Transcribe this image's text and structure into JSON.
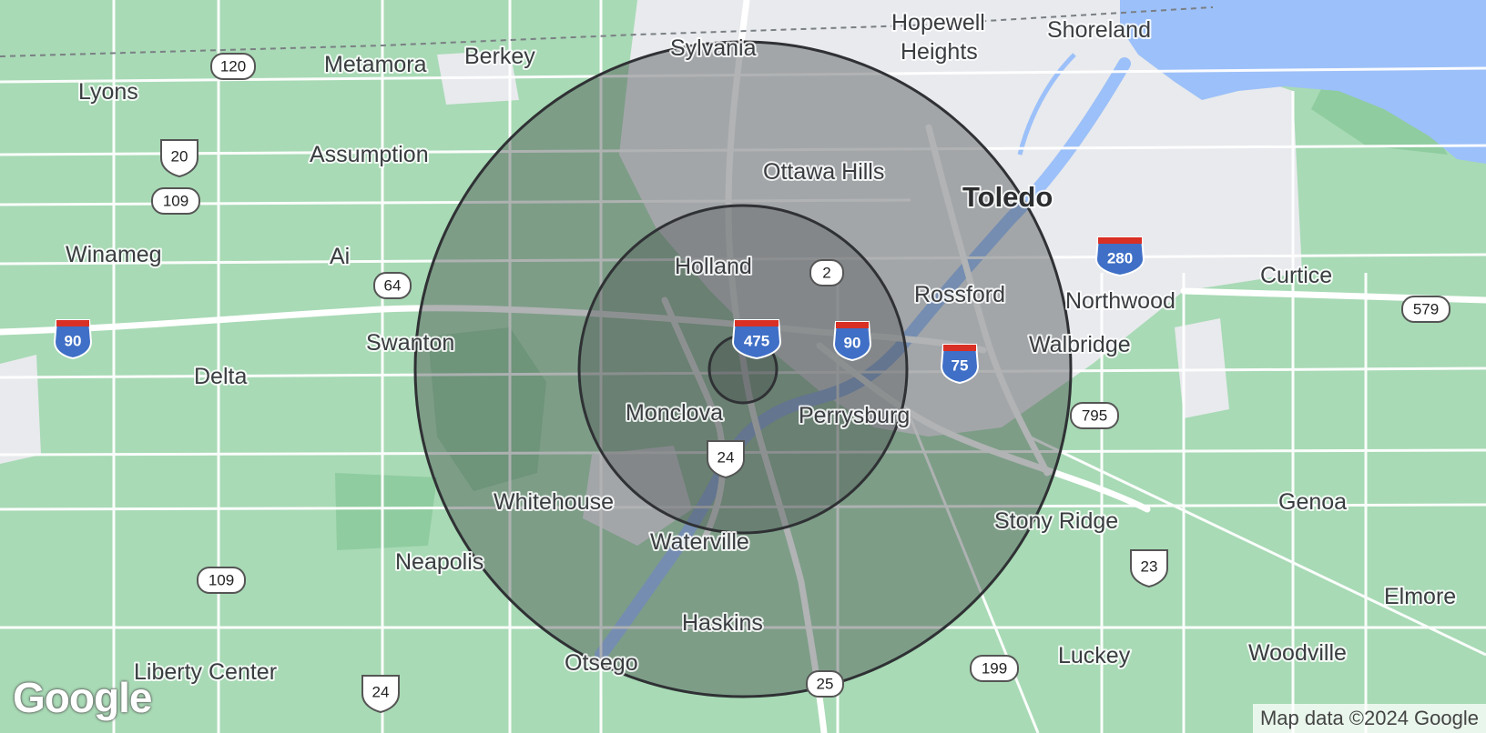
{
  "map": {
    "places": [
      {
        "id": "hopewell-heights-1",
        "label": "Hopewell"
      },
      {
        "id": "hopewell-heights-2",
        "label": "Heights"
      },
      {
        "id": "shoreland",
        "label": "Shoreland"
      },
      {
        "id": "sylvania",
        "label": "Sylvania"
      },
      {
        "id": "metamora",
        "label": "Metamora"
      },
      {
        "id": "berkey",
        "label": "Berkey"
      },
      {
        "id": "lyons",
        "label": "Lyons"
      },
      {
        "id": "assumption",
        "label": "Assumption"
      },
      {
        "id": "ottawa-hills",
        "label": "Ottawa Hills"
      },
      {
        "id": "toledo",
        "label": "Toledo"
      },
      {
        "id": "winameg",
        "label": "Winameg"
      },
      {
        "id": "ai",
        "label": "Ai"
      },
      {
        "id": "holland",
        "label": "Holland"
      },
      {
        "id": "rossford",
        "label": "Rossford"
      },
      {
        "id": "curtice",
        "label": "Curtice"
      },
      {
        "id": "northwood",
        "label": "Northwood"
      },
      {
        "id": "swanton",
        "label": "Swanton"
      },
      {
        "id": "walbridge",
        "label": "Walbridge"
      },
      {
        "id": "delta",
        "label": "Delta"
      },
      {
        "id": "monclova",
        "label": "Monclova"
      },
      {
        "id": "perrysburg",
        "label": "Perrysburg"
      },
      {
        "id": "whitehouse",
        "label": "Whitehouse"
      },
      {
        "id": "genoa",
        "label": "Genoa"
      },
      {
        "id": "stony-ridge",
        "label": "Stony Ridge"
      },
      {
        "id": "waterville",
        "label": "Waterville"
      },
      {
        "id": "neapolis",
        "label": "Neapolis"
      },
      {
        "id": "elmore",
        "label": "Elmore"
      },
      {
        "id": "haskins",
        "label": "Haskins"
      },
      {
        "id": "lucky",
        "label": "Luckey"
      },
      {
        "id": "woodville",
        "label": "Woodville"
      },
      {
        "id": "liberty-center",
        "label": "Liberty Center"
      },
      {
        "id": "otsego",
        "label": "Otsego"
      }
    ],
    "route_shields": [
      {
        "id": "120",
        "label": "120"
      },
      {
        "id": "20",
        "label": "20"
      },
      {
        "id": "109-north",
        "label": "109"
      },
      {
        "id": "64",
        "label": "64"
      },
      {
        "id": "2",
        "label": "2"
      },
      {
        "id": "579",
        "label": "579"
      },
      {
        "id": "795",
        "label": "795"
      },
      {
        "id": "24-center",
        "label": "24"
      },
      {
        "id": "23",
        "label": "23"
      },
      {
        "id": "109-south",
        "label": "109"
      },
      {
        "id": "199",
        "label": "199"
      },
      {
        "id": "25",
        "label": "25"
      },
      {
        "id": "24-south",
        "label": "24"
      }
    ],
    "interstate_shields": [
      {
        "id": "i90-west",
        "label": "90"
      },
      {
        "id": "i475",
        "label": "475"
      },
      {
        "id": "i90-center",
        "label": "90"
      },
      {
        "id": "i75",
        "label": "75"
      },
      {
        "id": "i280",
        "label": "280"
      }
    ],
    "radius_rings": 3,
    "colors": {
      "land": "#a8dab5",
      "urban": "#e8eaed",
      "water": "#9cc0f9",
      "road": "#ffffff",
      "interstate": "#3f6fc6",
      "ring_fill": "#3c4043",
      "ring_stroke": "#2f3134"
    }
  },
  "branding": {
    "logo": "Google",
    "attribution": "Map data ©2024 Google"
  }
}
